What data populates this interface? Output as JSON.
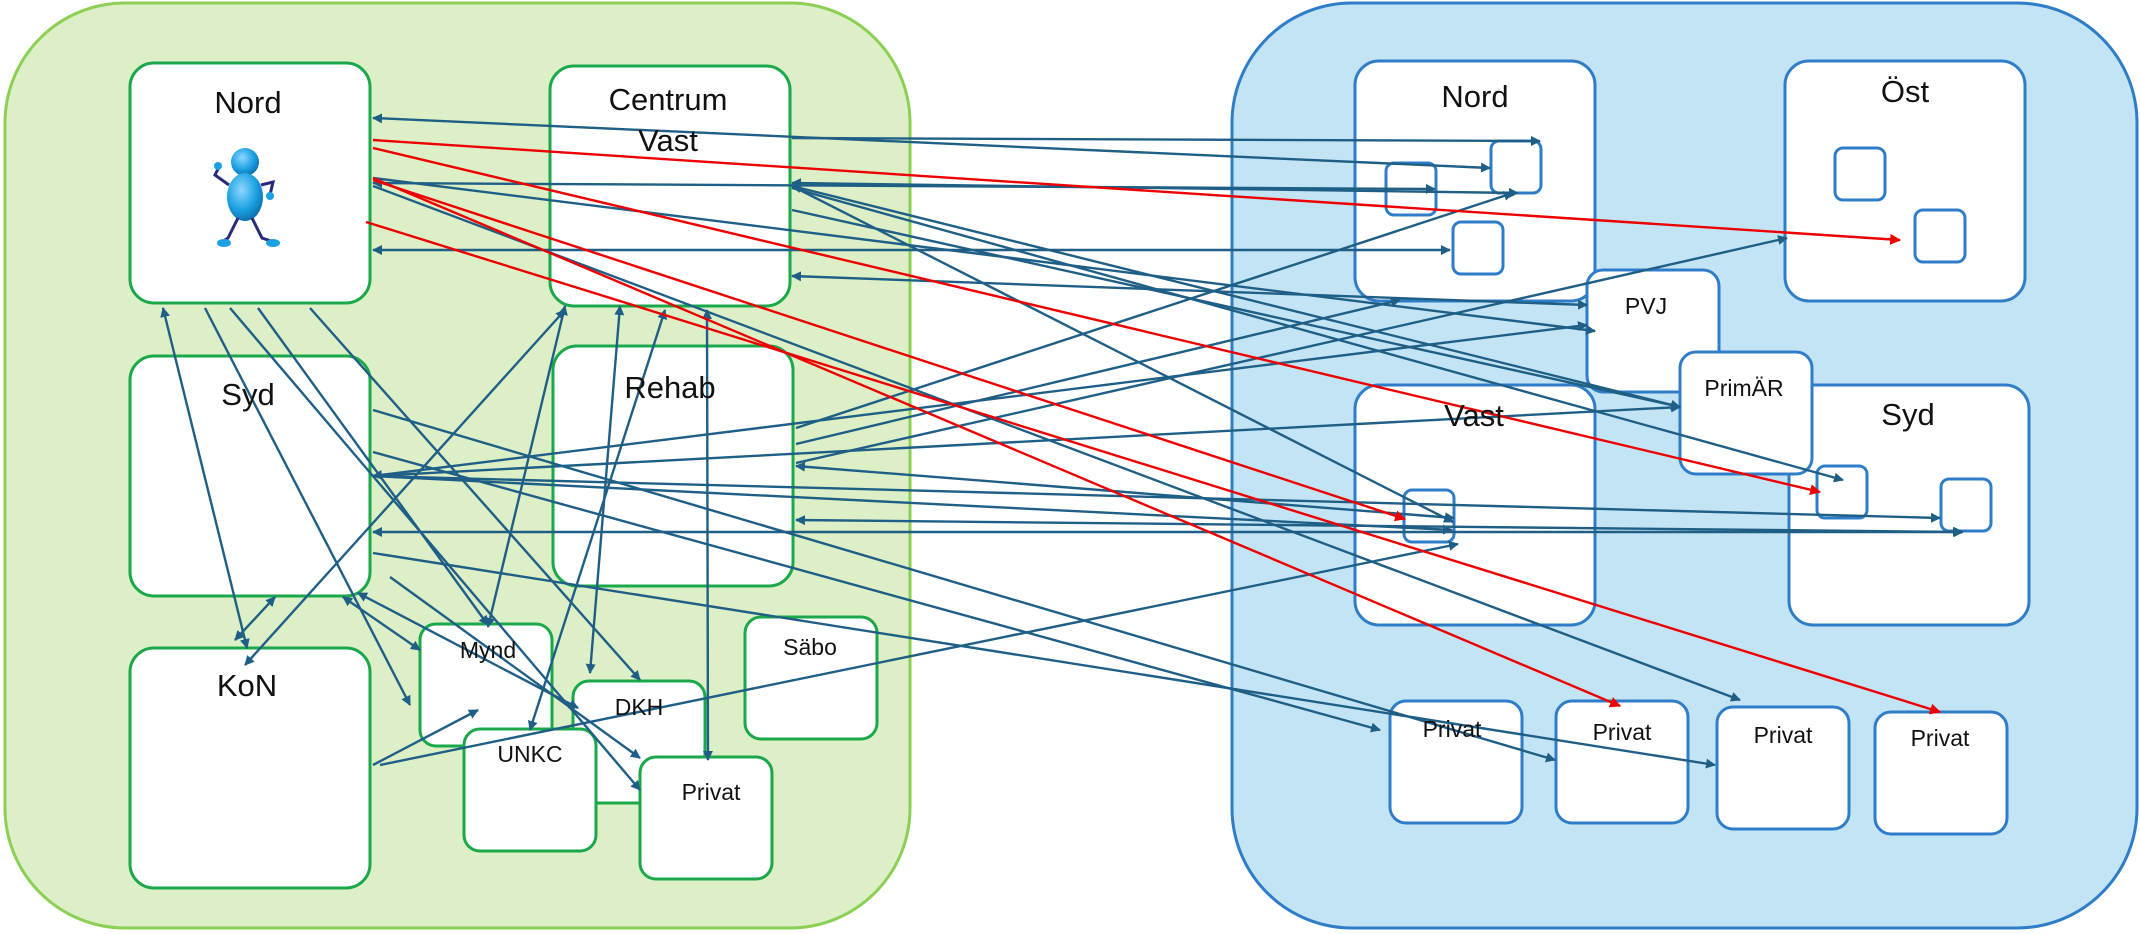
{
  "colors": {
    "left_region_fill": "#dcefc7",
    "left_region_stroke": "#8ccf55",
    "right_region_fill": "#c2e4f5",
    "right_region_stroke": "#2f7dc8",
    "left_box_stroke": "#1aa84a",
    "right_box_stroke": "#2f7dc8",
    "arrow_normal": "#1f5f86",
    "arrow_red": "#ee0000"
  },
  "left": {
    "nord": "Nord",
    "centrum": "Centrum",
    "vast": "Vast",
    "syd": "Syd",
    "rehab": "Rehab",
    "kon": "KoN",
    "mynd": "Mynd",
    "dkh": "DKH",
    "unkc": "UNKC",
    "privat": "Privat",
    "sabo": "Säbo"
  },
  "right": {
    "nord": "Nord",
    "ost": "Öst",
    "pvj": "PVJ",
    "primar": "PrimÄR",
    "vast": "Vast",
    "syd": "Syd",
    "privat1": "Privat",
    "privat2": "Privat",
    "privat3": "Privat",
    "privat4": "Privat"
  },
  "figure": "person-figure"
}
